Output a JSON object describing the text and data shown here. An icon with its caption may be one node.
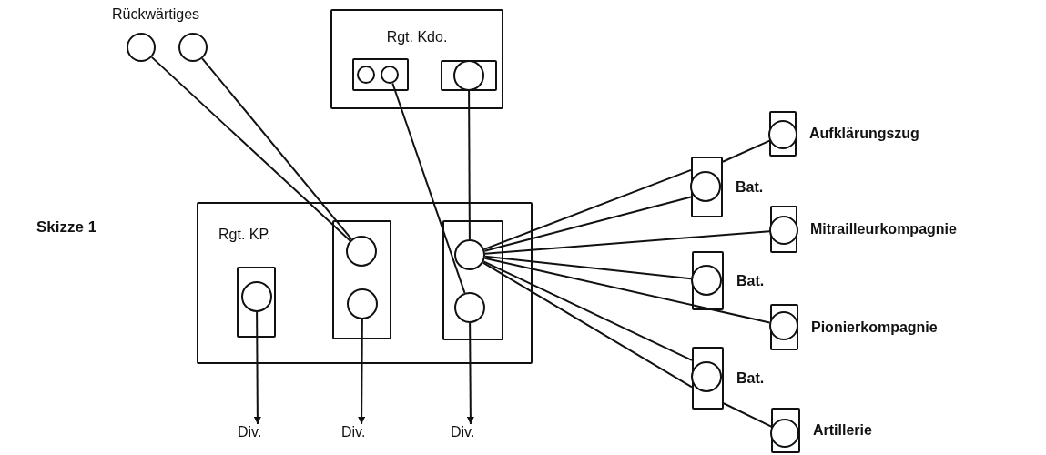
{
  "diagram": {
    "nodes": [
      {
        "text": [],
        "shape": "circle"
      },
      {
        "text": [],
        "shape": "circle"
      },
      {
        "text": [
          "Rgt. Kdo."
        ]
      },
      {
        "text": [],
        "shape": "box",
        "in": 2
      },
      {
        "text": [],
        "shape": "circle",
        "in": 3
      },
      {
        "text": [],
        "shape": "circle",
        "in": 3
      },
      {
        "text": [],
        "shape": "box",
        "in": 2
      },
      {
        "text": [],
        "shape": "circle",
        "in": 6
      },
      {
        "text": [
          "Rgt. KP."
        ]
      },
      {
        "text": [],
        "shape": "box",
        "in": 8
      },
      {
        "text": [],
        "shape": "circle",
        "in": 9
      },
      {
        "text": [],
        "shape": "box",
        "in": 8
      },
      {
        "text": [],
        "shape": "circle",
        "in": 11
      },
      {
        "text": [],
        "shape": "circle",
        "in": 11
      },
      {
        "text": [],
        "shape": "box",
        "in": 8
      },
      {
        "text": [],
        "shape": "circle",
        "in": 14
      },
      {
        "text": [],
        "shape": "circle",
        "in": 14
      },
      {
        "text": [
          "Div."
        ]
      },
      {
        "text": [
          "Div."
        ]
      },
      {
        "text": [
          "Div."
        ]
      },
      {
        "text": [],
        "shape": "box",
        "beside": [
          "Aufklärungszug"
        ]
      },
      {
        "text": [],
        "shape": "circle",
        "in": 20
      },
      {
        "text": [],
        "shape": "box",
        "beside": [
          "Bat."
        ]
      },
      {
        "text": [],
        "shape": "circle",
        "in": 22
      },
      {
        "text": [],
        "shape": "box",
        "beside": [
          "Mitrailleurkompagnie"
        ]
      },
      {
        "text": [],
        "shape": "circle",
        "in": 24
      },
      {
        "text": [],
        "shape": "box",
        "beside": [
          "Bat."
        ]
      },
      {
        "text": [],
        "shape": "circle",
        "in": 26
      },
      {
        "text": [],
        "shape": "box",
        "beside": [
          "Pionierkompagnie"
        ]
      },
      {
        "text": [],
        "shape": "circle",
        "in": 28
      },
      {
        "text": [],
        "shape": "box",
        "beside": [
          "Bat."
        ]
      },
      {
        "text": [],
        "shape": "circle",
        "in": 30
      },
      {
        "text": [],
        "shape": "box",
        "beside": [
          "Artillerie"
        ]
      },
      {
        "text": [],
        "shape": "circle",
        "in": 32
      }
    ],
    "edges": [
      {
        "from": 0,
        "to": 12,
        "arrow": "none"
      },
      {
        "from": 1,
        "to": 12,
        "arrow": "none"
      },
      {
        "from": 5,
        "to": 16,
        "arrow": "none"
      },
      {
        "from": 7,
        "to": 15,
        "arrow": "none"
      },
      {
        "from": 10,
        "to": 17,
        "arrow": "to"
      },
      {
        "from": 13,
        "to": 18,
        "arrow": "to"
      },
      {
        "from": 16,
        "to": 19,
        "arrow": "to"
      },
      {
        "from": 15,
        "to": 22,
        "arrow": "none"
      },
      {
        "from": 15,
        "to": 22,
        "arrow": "none"
      },
      {
        "from": 15,
        "to": 25,
        "arrow": "none"
      },
      {
        "from": 15,
        "to": 27,
        "arrow": "none"
      },
      {
        "from": 15,
        "to": 29,
        "arrow": "none"
      },
      {
        "from": 15,
        "to": 30,
        "arrow": "none"
      },
      {
        "from": 15,
        "to": 30,
        "arrow": "none"
      },
      {
        "from": 22,
        "to": 21,
        "arrow": "none"
      },
      {
        "from": 30,
        "to": 33,
        "arrow": "none"
      }
    ],
    "labels": [
      "Rückwärtiges",
      "Skizze 1"
    ]
  }
}
